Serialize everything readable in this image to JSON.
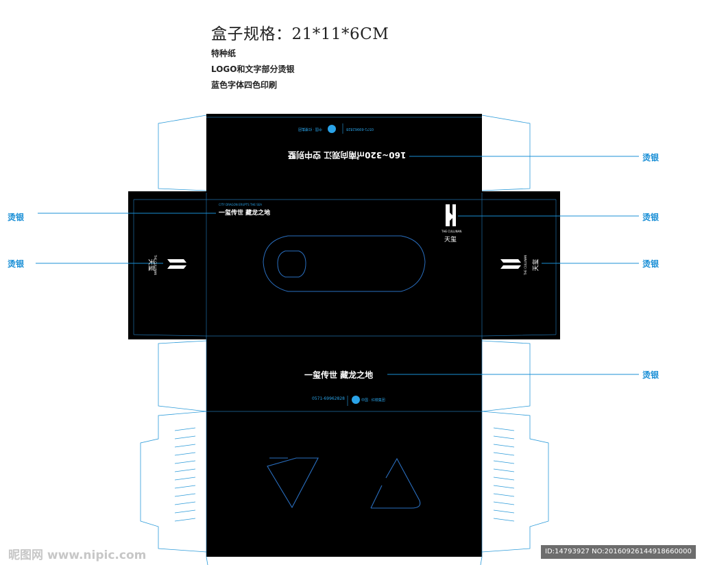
{
  "spec": {
    "title": "盒子规格：21*11*6CM",
    "line1": "特种纸",
    "line2": "LOGO和文字部分烫银",
    "line3": "蓝色字体四色印刷"
  },
  "callout_label": "烫银",
  "panels": {
    "top_slogan": "160~320㎡南向观江  空中别墅",
    "phone": "0571-69962828",
    "main_slogan": "一玺传世  藏龙之地",
    "tagline_en": "CITY DRAGON ERUPTS THE SEA",
    "brand_cn": "天玺",
    "brand_en": "THE CULLINAN",
    "developer": "中国 · 红楼集团"
  },
  "watermark": {
    "site": "昵图网 www.nipic.com",
    "id": "ID:14793927 NO:20160926144918660000"
  },
  "colors": {
    "box": "#000000",
    "dieline": "#2a9ad9",
    "callout": "#1a8fd6"
  }
}
